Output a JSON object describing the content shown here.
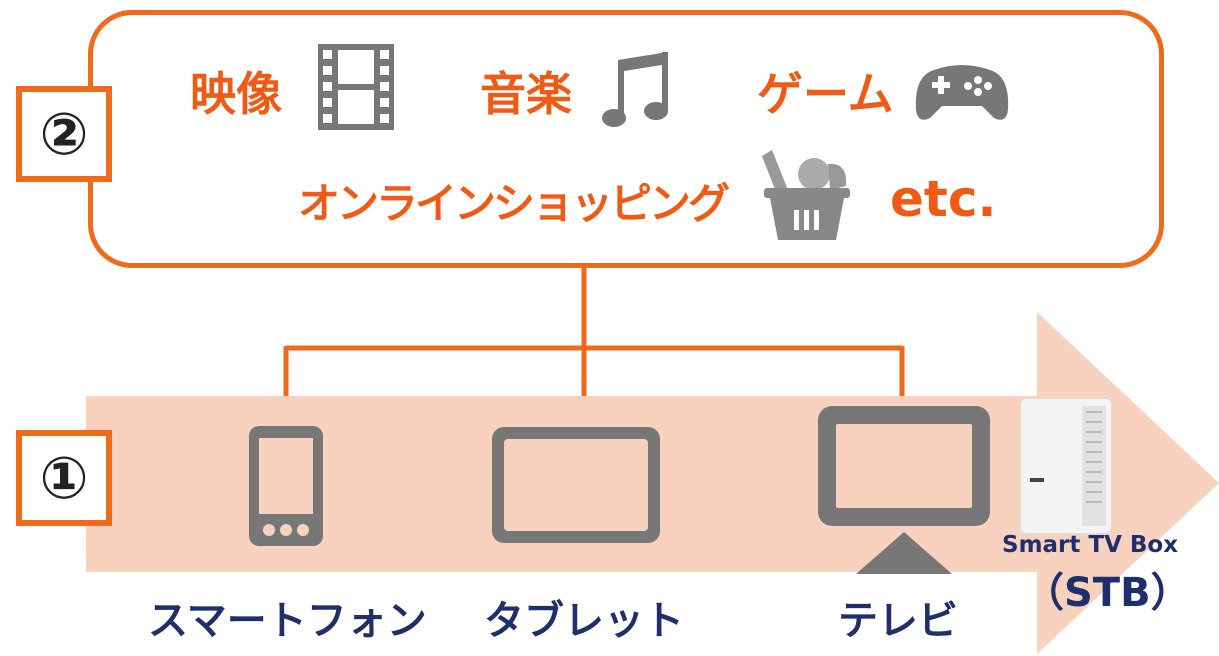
{
  "numbers": {
    "services": "②",
    "devices": "①"
  },
  "services": {
    "video": "映像",
    "music": "音楽",
    "game": "ゲーム",
    "shopping": "オンラインショッピング",
    "etc": "etc."
  },
  "devices": {
    "smartphone": "スマートフォン",
    "tablet": "タブレット",
    "tv": "テレビ",
    "stb_name": "Smart TV Box",
    "stb_abbr": "（STB）"
  },
  "colors": {
    "accent": "#ef6a1a",
    "service_text": "#f05a14",
    "arrow_fill": "#f8d2bf",
    "device_text": "#1f2f6b",
    "icon_gray": "#777777"
  }
}
